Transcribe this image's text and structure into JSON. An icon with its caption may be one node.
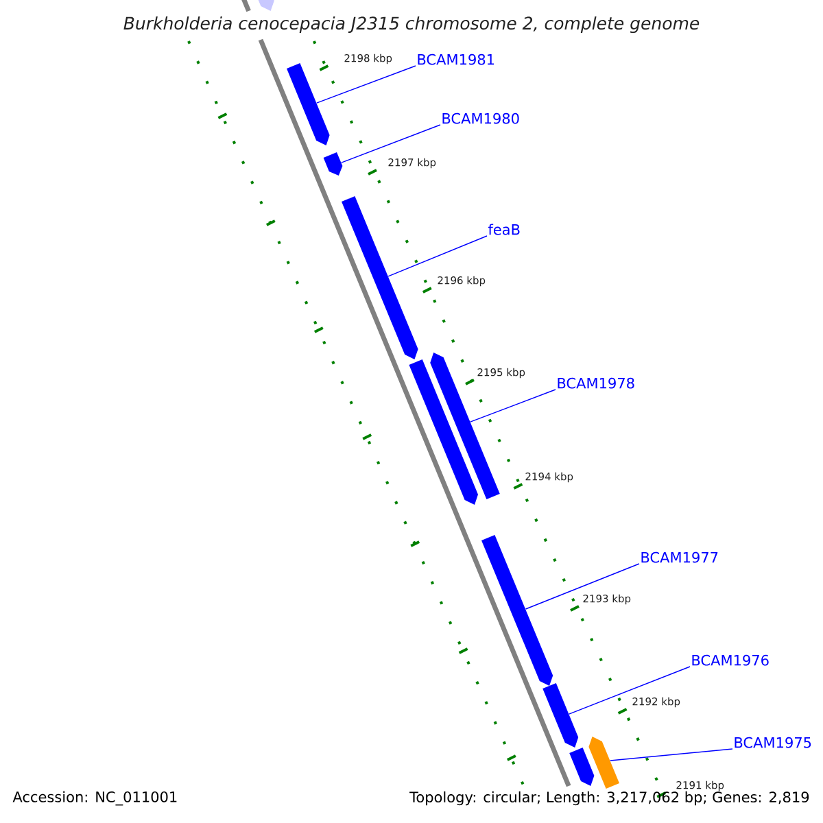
{
  "diagram": {
    "title": "Burkholderia cenocepacia J2315 chromosome 2, complete genome",
    "nodes": [
      {
        "text": [],
        "shape": "bar"
      },
      {
        "text": [],
        "shape": "bar"
      },
      {
        "text": [],
        "shape": "bar"
      },
      {
        "text": [],
        "shape": "bar"
      },
      {
        "text": [],
        "shape": "bar"
      },
      {
        "text": [],
        "shape": "bar"
      },
      {
        "text": [],
        "shape": "bar"
      },
      {
        "text": [],
        "shape": "bar"
      },
      {
        "text": [],
        "shape": "bar"
      },
      {
        "text": [],
        "shape": "bar"
      },
      {
        "text": [
          "BCAM1981"
        ]
      },
      {
        "text": [
          "BCAM1980"
        ]
      },
      {
        "text": [
          "feaB"
        ]
      },
      {
        "text": [
          "BCAM1978"
        ]
      },
      {
        "text": [
          "BCAM1977"
        ]
      },
      {
        "text": [
          "BCAM1976"
        ]
      },
      {
        "text": [
          "BCAM1975"
        ]
      }
    ],
    "edges": [
      {
        "from": 10,
        "to": 1,
        "arrow": "none"
      },
      {
        "from": 11,
        "to": 2,
        "arrow": "none"
      },
      {
        "from": 12,
        "to": 3,
        "arrow": "none"
      },
      {
        "from": 13,
        "to": 5,
        "arrow": "none"
      },
      {
        "from": 14,
        "to": 6,
        "arrow": "none"
      },
      {
        "from": 15,
        "to": 7,
        "arrow": "none"
      },
      {
        "from": 16,
        "to": 9,
        "arrow": "none"
      }
    ],
    "labels": [
      "2198 kbp",
      "2197 kbp",
      "2196 kbp",
      "2195 kbp",
      "2194 kbp",
      "2193 kbp",
      "2192 kbp",
      "2191 kbp",
      "Accession: NC_011001",
      "Topology: circular; Length: 3,217,062 bp; Genes: 2,819"
    ]
  }
}
